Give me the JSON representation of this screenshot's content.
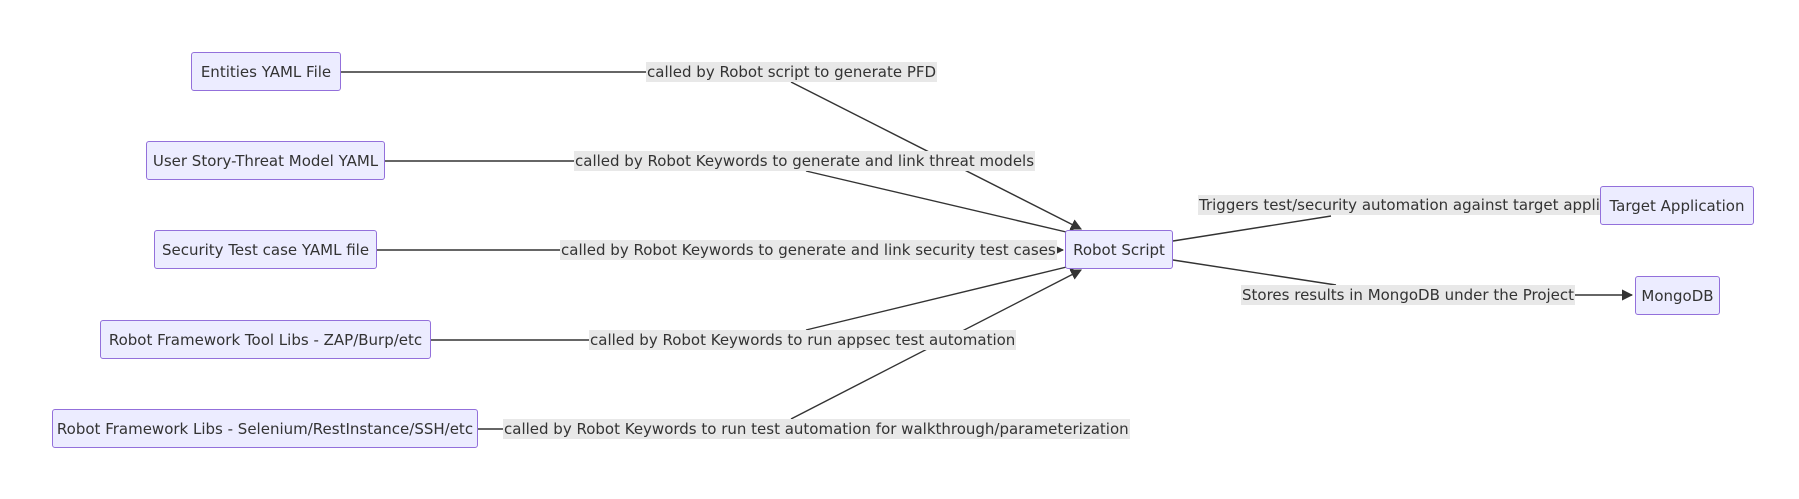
{
  "nodes": {
    "entities": "Entities YAML File",
    "userstory": "User Story-Threat Model YAML",
    "sectest": "Security Test case YAML file",
    "toollibs": "Robot Framework Tool Libs - ZAP/Burp/etc",
    "libs": "Robot Framework Libs - Selenium/RestInstance/SSH/etc",
    "robot": "Robot Script",
    "target": "Target Application",
    "mongo": "MongoDB"
  },
  "edges": {
    "entities": "called by Robot script to generate PFD",
    "userstory": "called by Robot Keywords to generate and link threat models",
    "sectest": "called by Robot Keywords to generate and link security test cases",
    "toollibs": "called by Robot Keywords to run appsec test automation",
    "libs": "called by Robot Keywords to run test automation for walkthrough/parameterization",
    "target": "Triggers test/security automation against target application",
    "mongo": "Stores results in MongoDB under the Project"
  },
  "colors": {
    "node_fill": "#ececff",
    "node_border": "#9370db",
    "edge_label_bg": "#e8e8e8",
    "line": "#333333"
  }
}
